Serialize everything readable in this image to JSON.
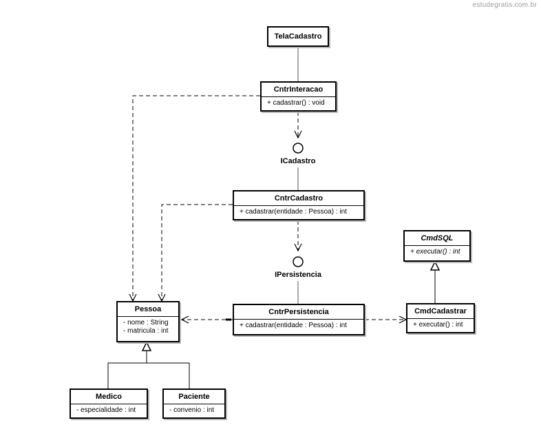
{
  "watermark": "estudegratis.com.br",
  "classes": {
    "tela_cadastro": {
      "name": "TelaCadastro"
    },
    "cntr_interacao": {
      "name": "CntrInteracao",
      "members": [
        "+ cadastrar() : void"
      ]
    },
    "cntr_cadastro": {
      "name": "CntrCadastro",
      "members": [
        "+ cadastrar(entidade : Pessoa) : int"
      ]
    },
    "cntr_persistencia": {
      "name": "CntrPersistencia",
      "members": [
        "+ cadastrar(entidade : Pessoa) : int"
      ]
    },
    "cmd_sql": {
      "name": "CmdSQL",
      "members": [
        "+ executar() : int"
      ]
    },
    "cmd_cadastrar": {
      "name": "CmdCadastrar",
      "members": [
        "+ executar() : int"
      ]
    },
    "pessoa": {
      "name": "Pessoa",
      "members": [
        "- nome : String",
        "- matricula : int"
      ]
    },
    "medico": {
      "name": "Medico",
      "members": [
        "- especialidade : int"
      ]
    },
    "paciente": {
      "name": "Paciente",
      "members": [
        "- convenio : int"
      ]
    }
  },
  "interfaces": {
    "icadastro": {
      "name": "ICadastro"
    },
    "ipersistencia": {
      "name": "IPersistencia"
    }
  }
}
